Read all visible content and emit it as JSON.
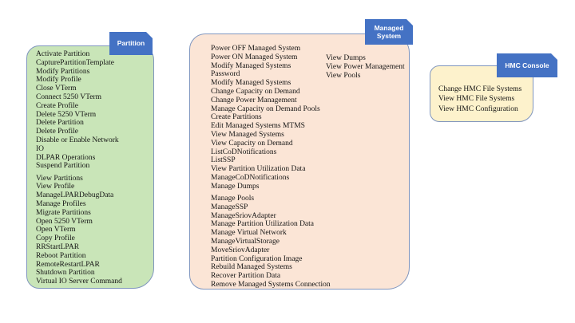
{
  "colors": {
    "background": "#ffffff",
    "tab_fill": "#4472c4",
    "tab_text": "#ffffff",
    "box_border": "#8096be",
    "partition_box_fill": "#c9e5b8",
    "managed_system_box_fill": "#fbe5d6",
    "hmc_console_box_fill": "#fdf2cc",
    "list_text": "#141414"
  },
  "boxes": [
    {
      "id": "partition",
      "tab_label": "Partition",
      "groups": [
        [
          "Activate Partition",
          "CapturePartitionTemplate",
          "Modify Partitions",
          "Modify Profile",
          "Close VTerm",
          "Connect 5250 VTerm",
          "Create Profile",
          "Delete 5250 VTerm",
          "Delete Partition",
          "Delete Profile",
          "Disable or Enable Network",
          "IO",
          "DLPAR Operations",
          "Suspend Partition"
        ],
        [
          "View Partitions",
          "View Profile",
          "ManageLPARDebugData",
          "Manage Profiles",
          "Migrate Partitions",
          "Open 5250 VTerm",
          "Open VTerm",
          "Copy Profile",
          "RRStartLPAR",
          "Reboot Partition",
          "RemoteRestartLPAR",
          "Shutdown Partition",
          "Virtual IO Server Command"
        ]
      ]
    },
    {
      "id": "managed-system",
      "tab_label": "Managed System",
      "groups": [
        [
          "Power OFF Managed System",
          "Power ON Managed System",
          "Modify Managed Systems",
          "Password",
          "Modify Managed Systems",
          "Change Capacity on Demand",
          "Change Power Management",
          "Manage Capacity on Demand Pools",
          "Create Partitions",
          "Edit Managed Systems MTMS",
          "View Managed Systems",
          "View Capacity on Demand",
          "ListCoDNotifications",
          "ListSSP",
          "View Partition Utilization Data",
          "ManageCoDNotifications",
          "Manage Dumps"
        ],
        [
          "Manage Pools",
          "ManageSSP",
          "ManageSriovAdapter",
          "Manage Partition Utilization Data",
          "Manage Virtual Network",
          "ManageVirtualStorage",
          "MoveSriovAdapter",
          "Partition Configuration Image",
          "Rebuild Managed Systems",
          "Recover Partition Data",
          "Remove Managed Systems Connection"
        ]
      ],
      "side_items": [
        "View Dumps",
        "View Power Management",
        "View Pools"
      ]
    },
    {
      "id": "hmc-console",
      "tab_label": "HMC Console",
      "groups": [
        [
          "Change HMC File Systems",
          "View HMC File Systems",
          "View HMC Configuration"
        ]
      ]
    }
  ]
}
